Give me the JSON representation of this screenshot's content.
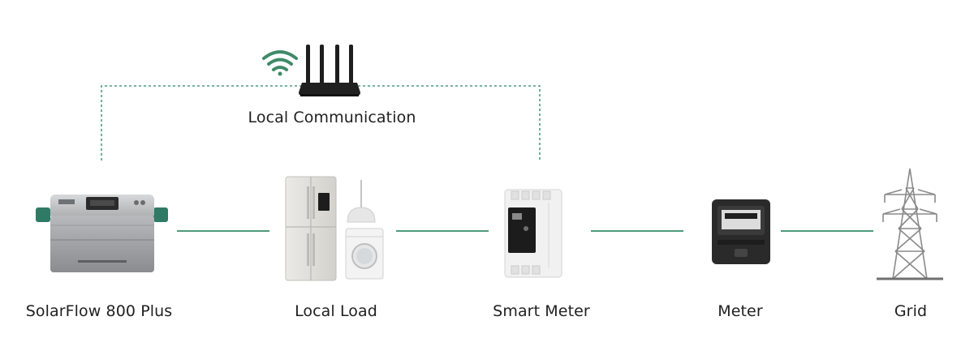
{
  "diagram": {
    "communication": {
      "label": "Local Communication",
      "icon": "wifi-router-icon"
    },
    "devices": [
      {
        "label": "SolarFlow 800 Plus",
        "icon": "battery-unit-icon"
      },
      {
        "label": "Local Load",
        "icon": "home-appliances-icon"
      },
      {
        "label": "Smart Meter",
        "icon": "smart-meter-icon"
      },
      {
        "label": "Meter",
        "icon": "electric-meter-icon"
      },
      {
        "label": "Grid",
        "icon": "transmission-tower-icon"
      }
    ],
    "colors": {
      "link": "#4f9a7c",
      "wifi": "#3e8a68",
      "text": "#1f1f1f"
    }
  }
}
